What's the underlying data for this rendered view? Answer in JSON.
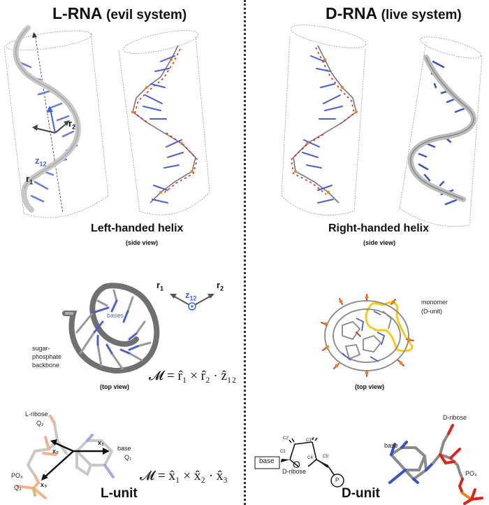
{
  "left_panel": {
    "title_main": "L-RNA",
    "title_paren": "(evil system)",
    "helix_label": "Left-handed helix",
    "helix_view": "(side view)",
    "vectors": {
      "r1": "r",
      "r1_sub": "1",
      "r2": "r",
      "r2_sub": "2",
      "z12": "z",
      "z12_sub": "12"
    },
    "top_view": {
      "bases_label": "bases",
      "backbone_label_1": "sugar-",
      "backbone_label_2": "phosphate",
      "backbone_label_3": "backbone",
      "caption": "(top view)",
      "axes": {
        "r1": "r",
        "r1_sub": "1",
        "r2": "r",
        "r2_sub": "2",
        "z12": "z",
        "z12_sub": "12"
      },
      "formula": "𝓜 = r̂₁ × r̂₂ · ẑ₁₂"
    },
    "unit": {
      "ribose_label": "L-ribose",
      "q2": "Q₂",
      "base_label": "base",
      "q1": "Q₁",
      "po4_label": "PO₄",
      "q3": "Q₃",
      "x1": "x₁",
      "x2": "x₂",
      "x3": "x₃",
      "formula": "𝓜 = x̂₁ × x̂₂ · x̂₃",
      "title": "L-unit"
    }
  },
  "right_panel": {
    "title_main": "D-RNA",
    "title_paren": "(live system)",
    "helix_label": "Right-handed helix",
    "helix_view": "(side view)",
    "top_view": {
      "monomer_label_1": "monomer",
      "monomer_label_2": "(D-unit)",
      "caption": "(top view)"
    },
    "unit": {
      "schematic": {
        "base_box": "base",
        "c1": "C1'",
        "c2": "C2'",
        "c3": "C3'",
        "c4": "C4'",
        "c5": "C5'",
        "ring_o": "O",
        "ribose_label": "D-ribose",
        "phosphate": "P"
      },
      "model": {
        "ribose_label": "D-ribose",
        "base_label": "base",
        "po4_label": "PO₄"
      },
      "title": "D-unit"
    }
  },
  "colors": {
    "base_blue": "#4a5fd0",
    "vector_blue": "#3d63f0",
    "oxygen_red": "#e0231a",
    "phosphorus_orange": "#e8841a",
    "carbon_gray": "#808080",
    "highlight_yellow": "#f5c400",
    "backbone_gray": "#6e6e6e"
  }
}
